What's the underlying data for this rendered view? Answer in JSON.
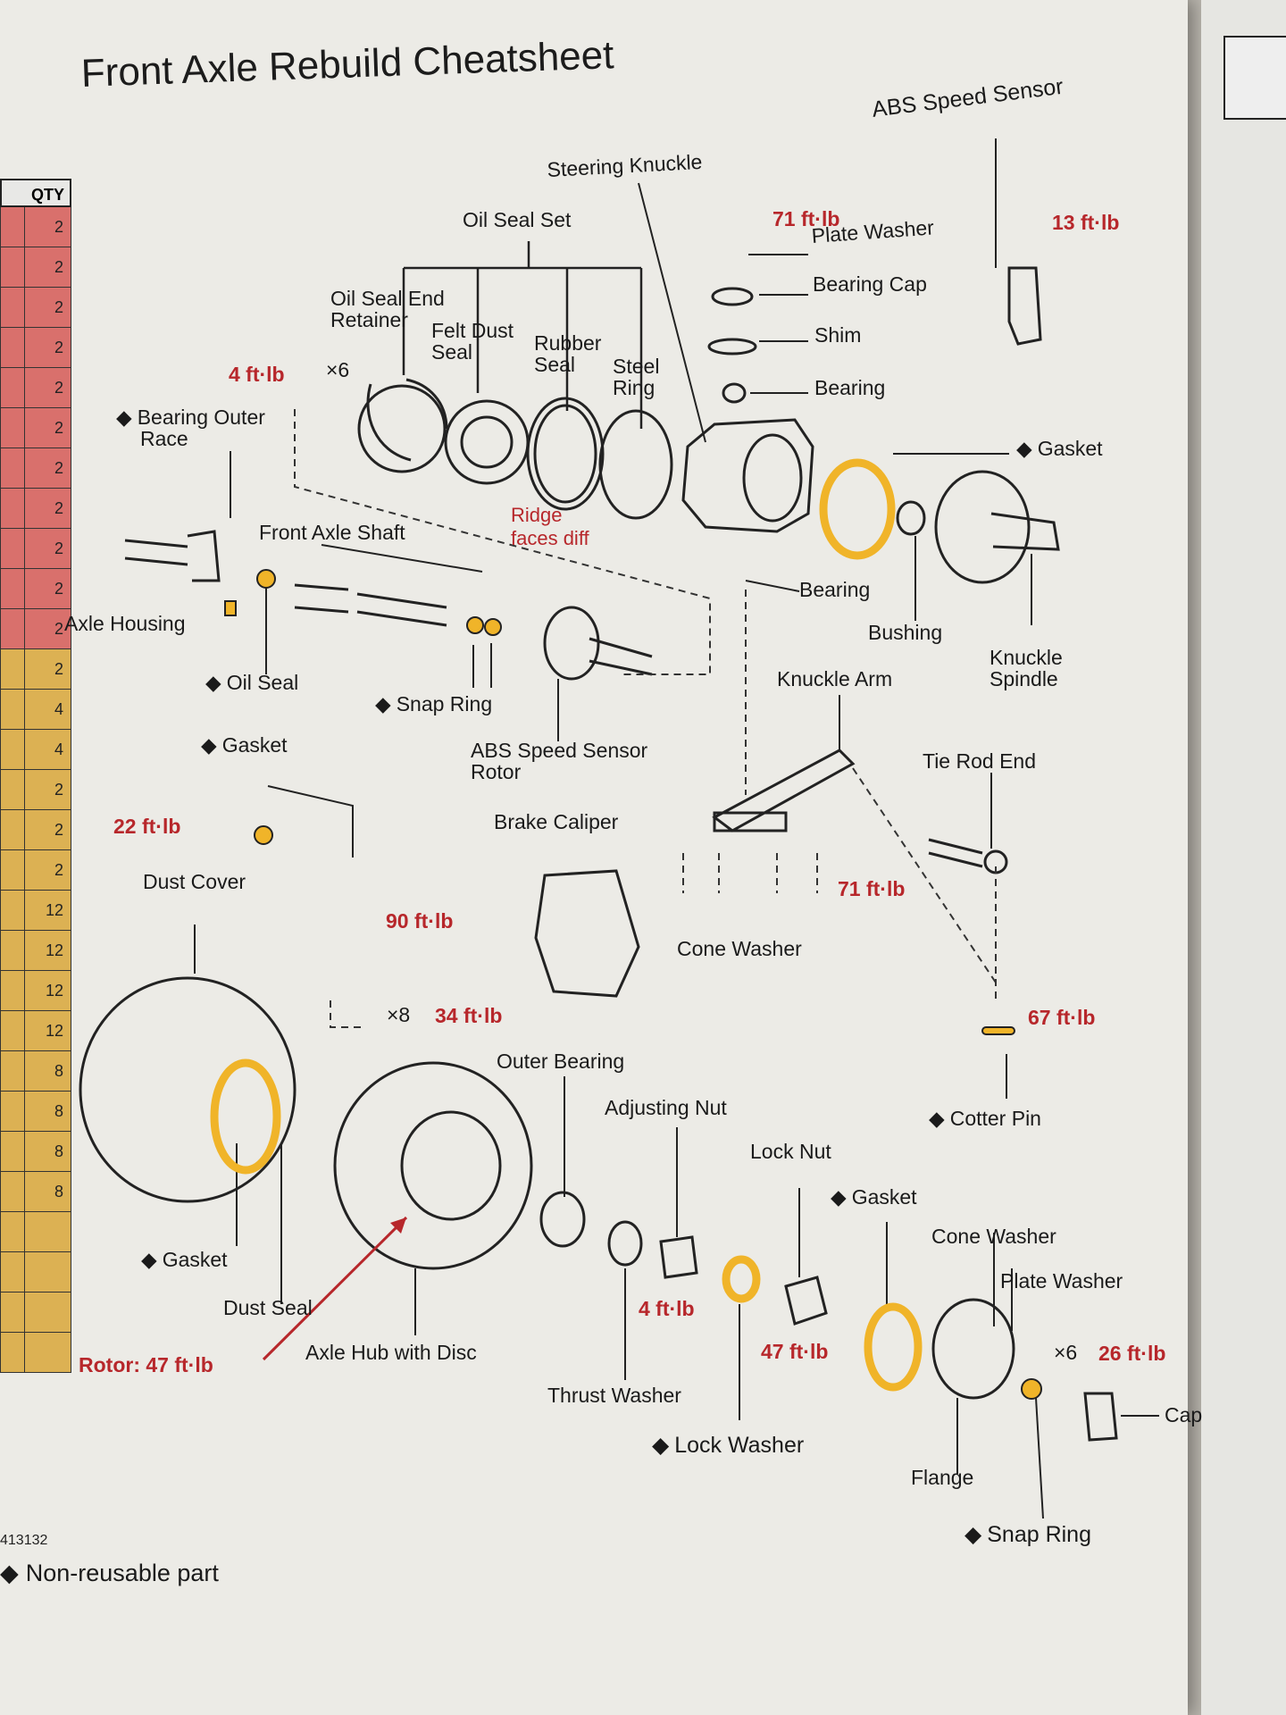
{
  "title": "Front Axle Rebuild Cheatsheet",
  "qty_table": {
    "header": "QTY",
    "rows": [
      {
        "value": "2",
        "color": "#d9706c"
      },
      {
        "value": "2",
        "color": "#d9706c"
      },
      {
        "value": "2",
        "color": "#d9706c"
      },
      {
        "value": "2",
        "color": "#d9706c"
      },
      {
        "value": "2",
        "color": "#d9706c"
      },
      {
        "value": "2",
        "color": "#d9706c"
      },
      {
        "value": "2",
        "color": "#d9706c"
      },
      {
        "value": "2",
        "color": "#d9706c"
      },
      {
        "value": "2",
        "color": "#d9706c"
      },
      {
        "value": "2",
        "color": "#d9706c"
      },
      {
        "value": "2",
        "color": "#d9706c"
      },
      {
        "value": "2",
        "color": "#dcb153"
      },
      {
        "value": "4",
        "color": "#dcb153"
      },
      {
        "value": "4",
        "color": "#dcb153"
      },
      {
        "value": "2",
        "color": "#dcb153"
      },
      {
        "value": "2",
        "color": "#dcb153"
      },
      {
        "value": "2",
        "color": "#dcb153"
      },
      {
        "value": "12",
        "color": "#dcb153"
      },
      {
        "value": "12",
        "color": "#dcb153"
      },
      {
        "value": "12",
        "color": "#dcb153"
      },
      {
        "value": "12",
        "color": "#dcb153"
      },
      {
        "value": "8",
        "color": "#dcb153"
      },
      {
        "value": "8",
        "color": "#dcb153"
      },
      {
        "value": "8",
        "color": "#dcb153"
      },
      {
        "value": "8",
        "color": "#dcb153"
      },
      {
        "value": "",
        "color": "#dcb153"
      },
      {
        "value": "",
        "color": "#dcb153"
      },
      {
        "value": "",
        "color": "#dcb153"
      },
      {
        "value": "",
        "color": "#dcb153"
      }
    ]
  },
  "labels": {
    "abs_speed_sensor": "ABS Speed Sensor",
    "steering_knuckle": "Steering Knuckle",
    "oil_seal_set": "Oil Seal Set",
    "plate_washer_top": "Plate Washer",
    "bearing_cap": "Bearing Cap",
    "shim": "Shim",
    "bearing_top": "Bearing",
    "oil_seal_end_retainer_1": "Oil Seal End",
    "oil_seal_end_retainer_2": "Retainer",
    "felt_dust_seal_1": "Felt Dust",
    "felt_dust_seal_2": "Seal",
    "rubber_seal_1": "Rubber",
    "rubber_seal_2": "Seal",
    "steel_ring_1": "Steel",
    "steel_ring_2": "Ring",
    "x6_top": "×6",
    "bearing_outer_race_1": "Bearing Outer",
    "bearing_outer_race_2": "Race",
    "gasket_knuckle": "Gasket",
    "front_axle_shaft": "Front Axle Shaft",
    "bearing_mid": "Bearing",
    "bushing": "Bushing",
    "axle_housing": "Axle Housing",
    "knuckle_spindle_1": "Knuckle",
    "knuckle_spindle_2": "Spindle",
    "oil_seal": "Oil Seal",
    "snap_ring_shaft": "Snap Ring",
    "knuckle_arm": "Knuckle Arm",
    "gasket_abs": "Gasket",
    "abs_rotor_1": "ABS Speed Sensor",
    "abs_rotor_2": "Rotor",
    "tie_rod_end": "Tie Rod End",
    "brake_caliper": "Brake Caliper",
    "dust_cover": "Dust Cover",
    "cone_washer_mid": "Cone Washer",
    "x8": "×8",
    "outer_bearing": "Outer Bearing",
    "adjusting_nut": "Adjusting Nut",
    "cotter_pin": "Cotter Pin",
    "lock_nut": "Lock Nut",
    "gasket_hub": "Gasket",
    "cone_washer_bottom": "Cone Washer",
    "gasket_dust": "Gasket",
    "plate_washer_bottom": "Plate Washer",
    "dust_seal": "Dust Seal",
    "x6_bottom": "×6",
    "axle_hub_with_disc": "Axle Hub with Disc",
    "cap": "Cap",
    "thrust_washer": "Thrust Washer",
    "lock_washer": "Lock Washer",
    "flange": "Flange",
    "snap_ring_flange": "Snap Ring"
  },
  "torques": {
    "plate_washer": "71 ft·lb",
    "abs_sensor": "13 ft·lb",
    "oil_seal_retainer": "4 ft·lb",
    "abs_gasket": "22 ft·lb",
    "brake_caliper": "90 ft·lb",
    "knuckle_arm": "71 ft·lb",
    "dust_cover": "34 ft·lb",
    "tie_rod": "67 ft·lb",
    "adjusting_nut": "4 ft·lb",
    "lock_nut": "47 ft·lb",
    "flange": "26 ft·lb",
    "rotor": "Rotor: 47 ft·lb"
  },
  "notes": {
    "ridge_1": "Ridge",
    "ridge_2": "faces diff"
  },
  "diagram_code": "413132",
  "legend": {
    "icon": "◆",
    "text": "Non-reusable part"
  },
  "colors": {
    "highlight": "#f0b429",
    "torque": "#b7272b",
    "qty_red": "#d9706c",
    "qty_yellow": "#dcb153"
  }
}
